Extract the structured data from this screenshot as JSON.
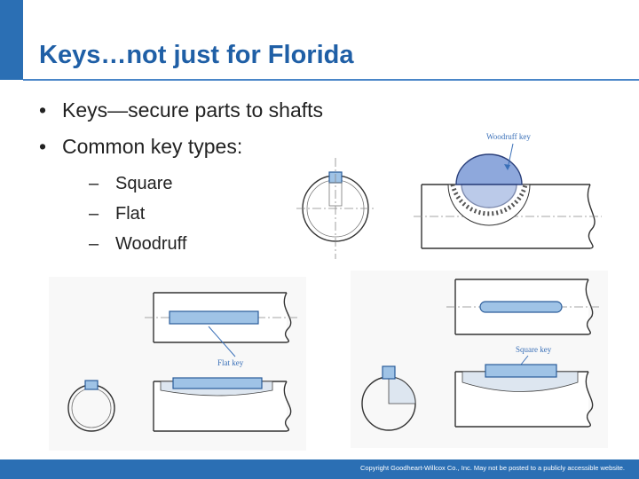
{
  "slide": {
    "title": "Keys…not just for Florida",
    "bullets": [
      {
        "marker": "•",
        "text": "Keys—secure parts to shafts"
      },
      {
        "marker": "•",
        "text": "Common key types:"
      }
    ],
    "sub_items": [
      {
        "marker": "–",
        "text": "Square"
      },
      {
        "marker": "–",
        "text": "Flat"
      },
      {
        "marker": "–",
        "text": "Woodruff"
      }
    ]
  },
  "figures": {
    "woodruff_label": "Woodruff key",
    "flat_label": "Flat key",
    "square_label": "Square key"
  },
  "footer": {
    "copyright": "Copyright Goodheart-Willcox Co., Inc. May not be posted to a publicly accessible website."
  }
}
